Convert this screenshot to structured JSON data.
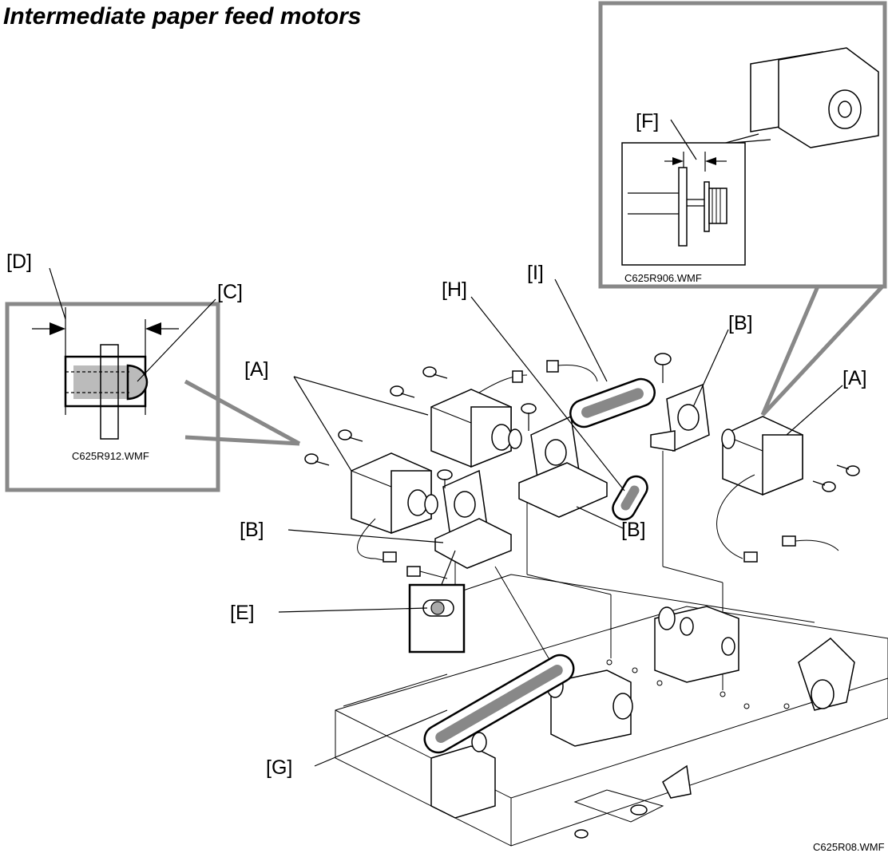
{
  "title": "Intermediate paper feed motors",
  "labels": {
    "A": "[A]",
    "B": "[B]",
    "C": "[C]",
    "D": "[D]",
    "E": "[E]",
    "F": "[F]",
    "G": "[G]",
    "H": "[H]",
    "I": "[I]"
  },
  "filenames": {
    "inset_left": "C625R912.WMF",
    "inset_right": "C625R906.WMF",
    "main": "C625R08.WMF"
  }
}
